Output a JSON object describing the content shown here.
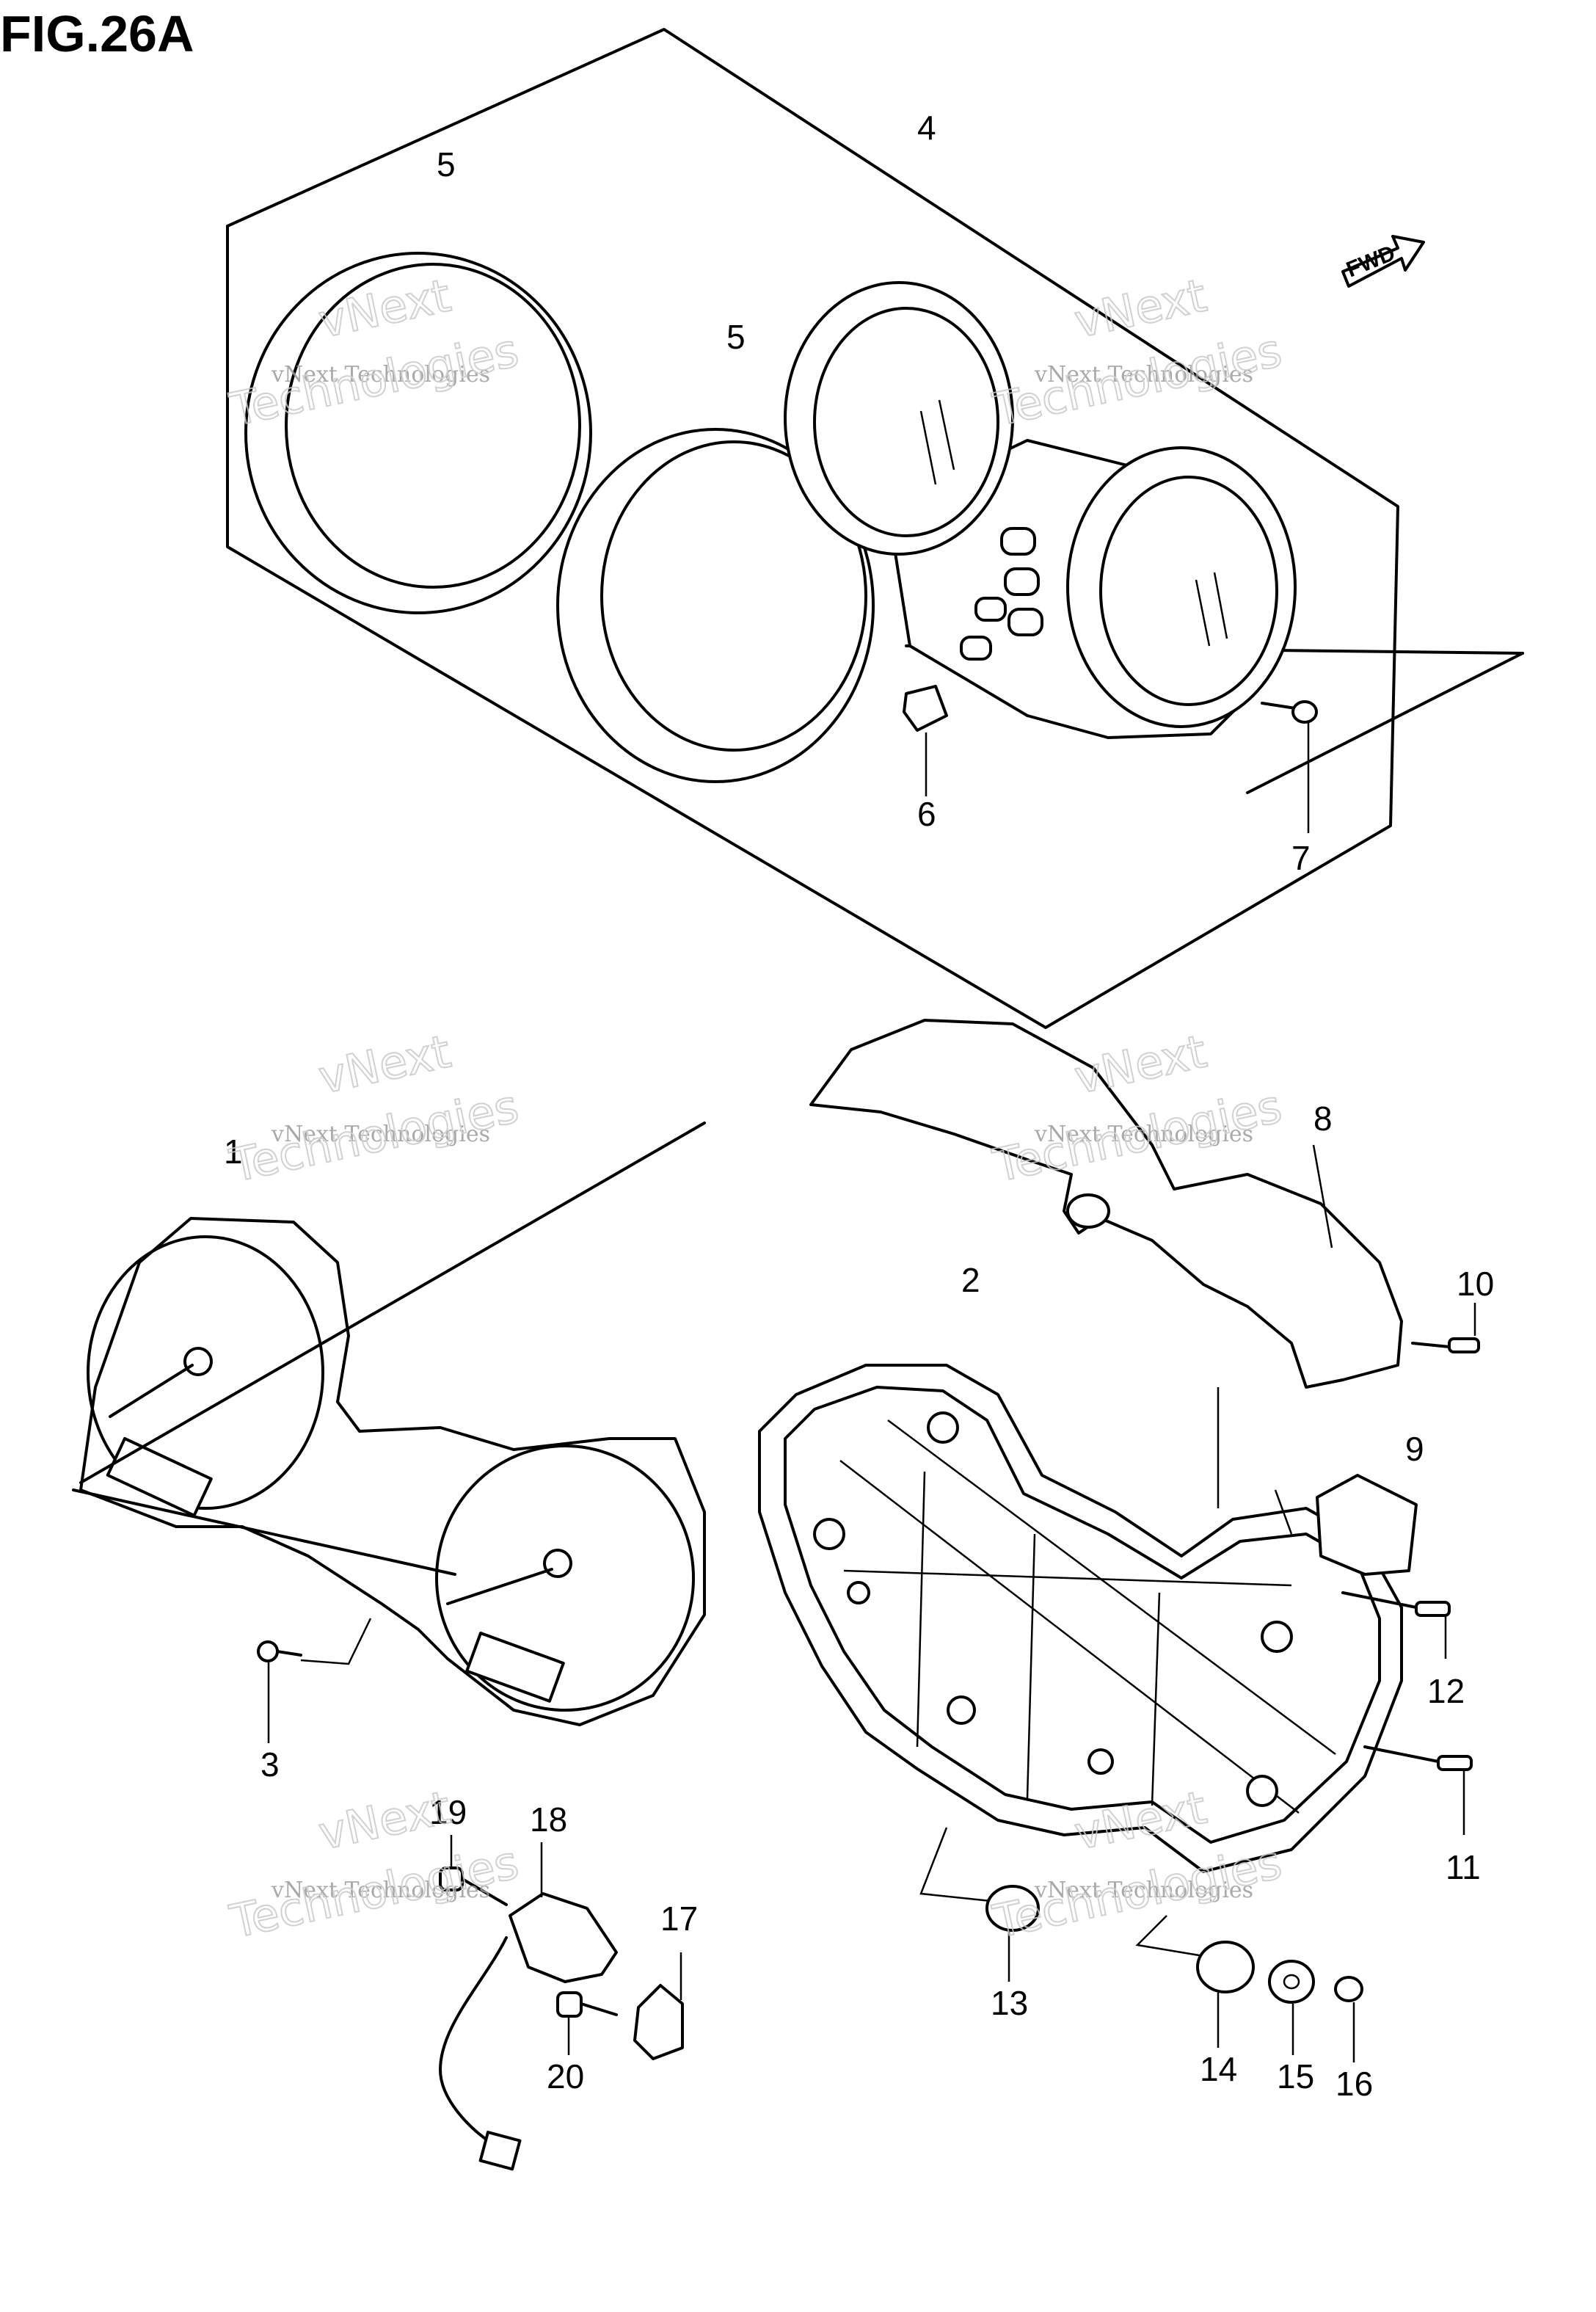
{
  "figure": {
    "title": "FIG.26A"
  },
  "direction_badge": {
    "label": "FWD"
  },
  "watermark": {
    "line1": "vNext Technologies",
    "big_top": "vNext",
    "big_bottom": "Technologies"
  },
  "callouts": [
    "1",
    "2",
    "3",
    "4",
    "5",
    "5",
    "6",
    "7",
    "8",
    "9",
    "10",
    "11",
    "12",
    "13",
    "14",
    "15",
    "16",
    "17",
    "18",
    "19",
    "20"
  ]
}
